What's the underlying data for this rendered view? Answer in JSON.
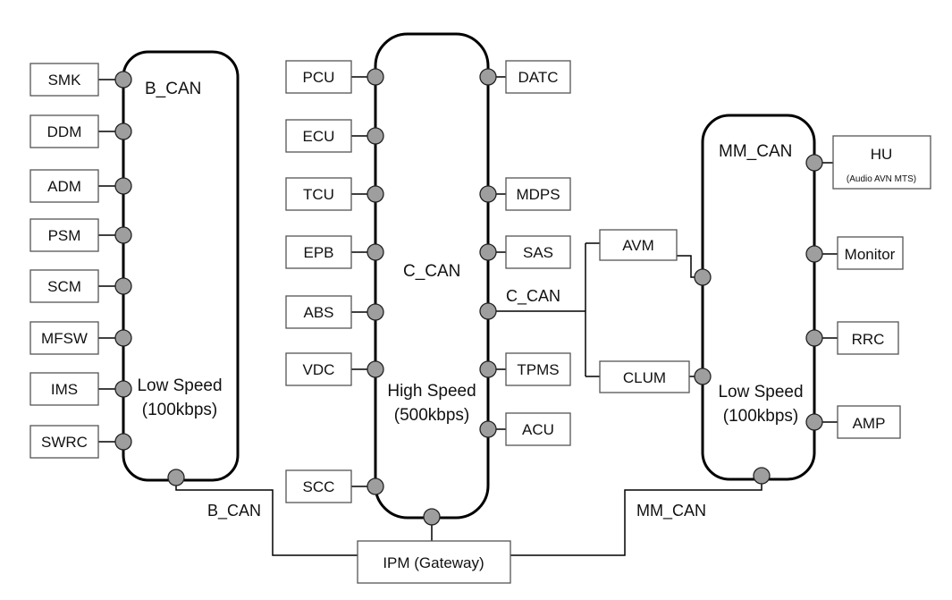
{
  "buses": {
    "b_can": {
      "name": "B_CAN",
      "speed": "Low Speed",
      "rate": "(100kbps)"
    },
    "c_can": {
      "name": "C_CAN",
      "speed": "High Speed",
      "rate": "(500kbps)"
    },
    "mm_can": {
      "name": "MM_CAN",
      "speed": "Low Speed",
      "rate": "(100kbps)"
    }
  },
  "b_can_nodes": [
    "SMK",
    "DDM",
    "ADM",
    "PSM",
    "SCM",
    "MFSW",
    "IMS",
    "SWRC"
  ],
  "c_can_left_nodes": [
    "PCU",
    "ECU",
    "TCU",
    "EPB",
    "ABS",
    "VDC",
    "SCC"
  ],
  "c_can_right_nodes": [
    "DATC",
    "MDPS",
    "SAS",
    "TPMS",
    "ACU"
  ],
  "bridge_nodes": [
    "AVM",
    "CLUM"
  ],
  "mm_can_nodes": {
    "hu": {
      "label": "HU",
      "sub": "(Audio AVN MTS)"
    },
    "monitor": "Monitor",
    "rrc": "RRC",
    "amp": "AMP"
  },
  "gateway": "IPM (Gateway)",
  "connection_labels": {
    "c_can_branch": "C_CAN",
    "b_can_link": "B_CAN",
    "mm_can_link": "MM_CAN"
  }
}
